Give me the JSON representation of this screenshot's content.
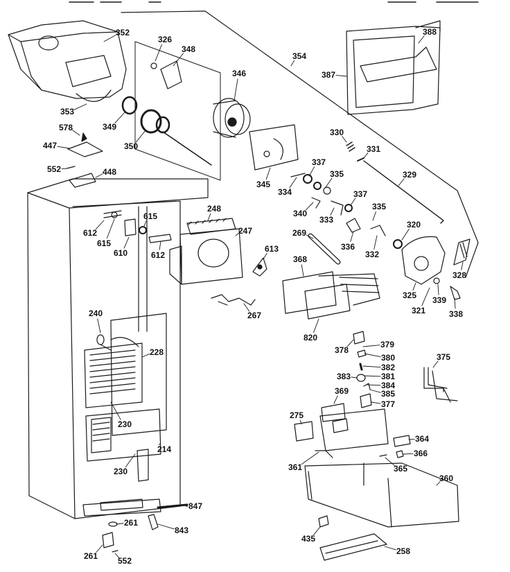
{
  "diagram": {
    "part_labels": [
      {
        "id": "352",
        "text": "352"
      },
      {
        "id": "326",
        "text": "326"
      },
      {
        "id": "348",
        "text": "348"
      },
      {
        "id": "388",
        "text": "388"
      },
      {
        "id": "354",
        "text": "354"
      },
      {
        "id": "387",
        "text": "387"
      },
      {
        "id": "346",
        "text": "346"
      },
      {
        "id": "353",
        "text": "353"
      },
      {
        "id": "349",
        "text": "349"
      },
      {
        "id": "578",
        "text": "578"
      },
      {
        "id": "350",
        "text": "350"
      },
      {
        "id": "330",
        "text": "330"
      },
      {
        "id": "331",
        "text": "331"
      },
      {
        "id": "447",
        "text": "447"
      },
      {
        "id": "337a",
        "text": "337"
      },
      {
        "id": "335a",
        "text": "335"
      },
      {
        "id": "329",
        "text": "329"
      },
      {
        "id": "552a",
        "text": "552"
      },
      {
        "id": "448",
        "text": "448"
      },
      {
        "id": "345",
        "text": "345"
      },
      {
        "id": "334",
        "text": "334"
      },
      {
        "id": "337b",
        "text": "337"
      },
      {
        "id": "340",
        "text": "340"
      },
      {
        "id": "333",
        "text": "333"
      },
      {
        "id": "335b",
        "text": "335"
      },
      {
        "id": "248",
        "text": "248"
      },
      {
        "id": "615a",
        "text": "615"
      },
      {
        "id": "612a",
        "text": "612"
      },
      {
        "id": "615b",
        "text": "615"
      },
      {
        "id": "320",
        "text": "320"
      },
      {
        "id": "247",
        "text": "247"
      },
      {
        "id": "269",
        "text": "269"
      },
      {
        "id": "610",
        "text": "610"
      },
      {
        "id": "612b",
        "text": "612"
      },
      {
        "id": "336",
        "text": "336"
      },
      {
        "id": "332",
        "text": "332"
      },
      {
        "id": "613",
        "text": "613"
      },
      {
        "id": "368",
        "text": "368"
      },
      {
        "id": "328",
        "text": "328"
      },
      {
        "id": "325",
        "text": "325"
      },
      {
        "id": "339",
        "text": "339"
      },
      {
        "id": "321",
        "text": "321"
      },
      {
        "id": "338",
        "text": "338"
      },
      {
        "id": "267",
        "text": "267"
      },
      {
        "id": "240",
        "text": "240"
      },
      {
        "id": "820",
        "text": "820"
      },
      {
        "id": "378",
        "text": "378"
      },
      {
        "id": "379",
        "text": "379"
      },
      {
        "id": "228",
        "text": "228"
      },
      {
        "id": "375",
        "text": "375"
      },
      {
        "id": "380",
        "text": "380"
      },
      {
        "id": "382",
        "text": "382"
      },
      {
        "id": "381",
        "text": "381"
      },
      {
        "id": "383",
        "text": "383"
      },
      {
        "id": "384",
        "text": "384"
      },
      {
        "id": "385",
        "text": "385"
      },
      {
        "id": "369",
        "text": "369"
      },
      {
        "id": "377",
        "text": "377"
      },
      {
        "id": "275",
        "text": "275"
      },
      {
        "id": "230a",
        "text": "230"
      },
      {
        "id": "364",
        "text": "364"
      },
      {
        "id": "214",
        "text": "214"
      },
      {
        "id": "366",
        "text": "366"
      },
      {
        "id": "230b",
        "text": "230"
      },
      {
        "id": "361",
        "text": "361"
      },
      {
        "id": "365",
        "text": "365"
      },
      {
        "id": "360",
        "text": "360"
      },
      {
        "id": "847",
        "text": "847"
      },
      {
        "id": "261a",
        "text": "261"
      },
      {
        "id": "843",
        "text": "843"
      },
      {
        "id": "435",
        "text": "435"
      },
      {
        "id": "261b",
        "text": "261"
      },
      {
        "id": "552b",
        "text": "552"
      },
      {
        "id": "258",
        "text": "258"
      }
    ]
  }
}
